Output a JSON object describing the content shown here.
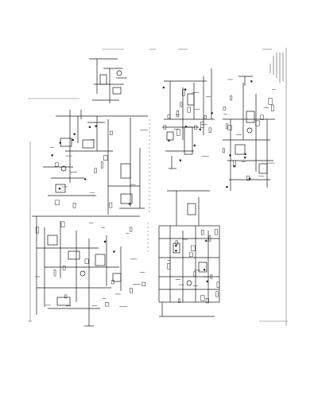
{
  "document": {
    "kind": "schematic-scan",
    "orientation": "rotated-90"
  },
  "colors": {
    "background": "#ffffff",
    "ink": "#1a1a1a",
    "faint_ink": "#6a6a6a"
  },
  "regions": [
    {
      "id": "top-left-block",
      "label": ""
    },
    {
      "id": "upper-right-block",
      "label": ""
    },
    {
      "id": "left-main-block",
      "label": ""
    },
    {
      "id": "lower-center-block",
      "label": ""
    },
    {
      "id": "far-right-block",
      "label": ""
    },
    {
      "id": "title-block",
      "label": ""
    }
  ]
}
